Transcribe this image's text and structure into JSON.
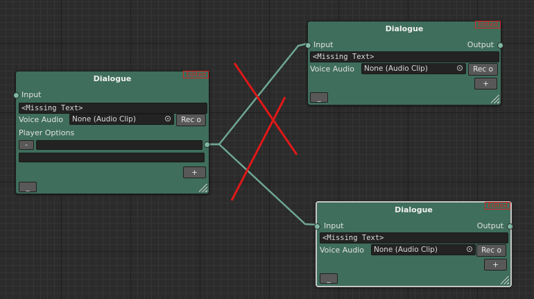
{
  "nodes": {
    "left": {
      "title": "Dialogue",
      "edited": "Edited",
      "input_label": "Input",
      "text": "<Missing Text>",
      "voice_label": "Voice Audio",
      "voice_value": "None (Audio Clip)",
      "record_label": "Rec o",
      "options_label": "Player Options",
      "remove_label": "-",
      "add_label": "+",
      "collapse_label": "_"
    },
    "top_right": {
      "title": "Dialogue",
      "edited": "Edited",
      "input_label": "Input",
      "output_label": "Output",
      "text": "<Missing Text>",
      "voice_label": "Voice Audio",
      "voice_value": "None (Audio Clip)",
      "record_label": "Rec o",
      "add_label": "+",
      "collapse_label": "_"
    },
    "bottom_right": {
      "title": "Dialogue",
      "edited": "Edited",
      "input_label": "Input",
      "output_label": "Output",
      "text": "<Missing Text>",
      "voice_label": "Voice Audio",
      "voice_value": "None (Audio Clip)",
      "record_label": "Rec o",
      "add_label": "+",
      "collapse_label": "_"
    }
  },
  "colors": {
    "node_body": "#3f6e5c",
    "edge": "#6fa894",
    "edited_badge": "#d92020",
    "cross_mark": "#e01818"
  }
}
